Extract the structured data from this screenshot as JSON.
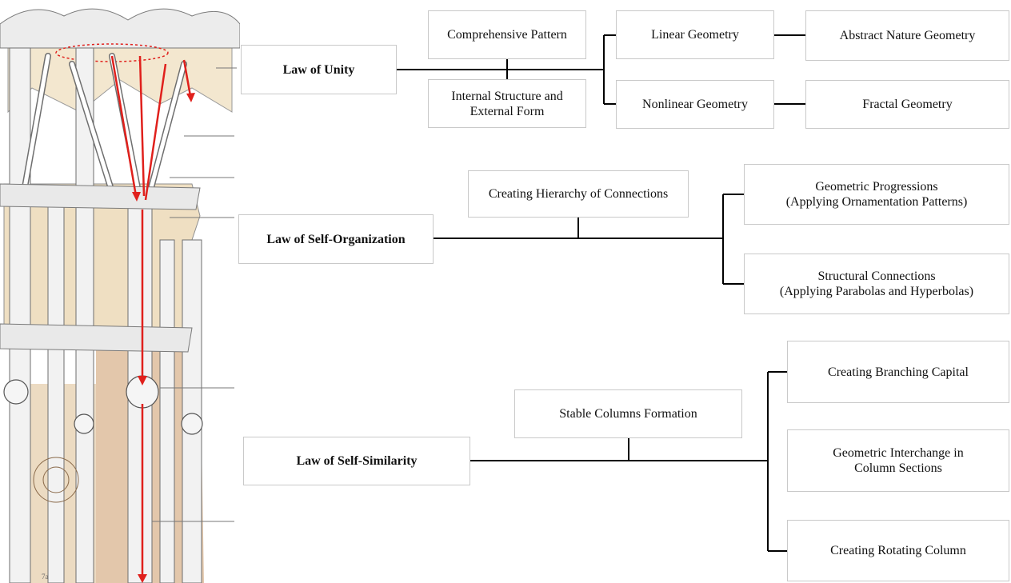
{
  "laws": {
    "unity": {
      "label": "Law of Unity",
      "stack_top": "Comprehensive Pattern",
      "stack_bottom": "Internal Structure and External Form",
      "branch_1": "Linear Geometry",
      "branch_1_child": "Abstract Nature Geometry",
      "branch_2": "Nonlinear Geometry",
      "branch_2_child": "Fractal Geometry"
    },
    "self_organization": {
      "label": "Law of Self-Organization",
      "node": "Creating Hierarchy of Connections",
      "branch_1_line1": "Geometric Progressions",
      "branch_1_line2": "(Applying Ornamentation Patterns)",
      "branch_2_line1": "Structural Connections",
      "branch_2_line2": "(Applying Parabolas and Hyperbolas)"
    },
    "self_similarity": {
      "label": "Law of Self-Similarity",
      "node": "Stable Columns Formation",
      "branch_1": "Creating Branching Capital",
      "branch_2": "Geometric Interchange in Column Sections",
      "branch_3": "Creating Rotating Column"
    }
  },
  "colors": {
    "connector": "#000000",
    "box_border": "#c9c9c9",
    "arrow": "#e0201c",
    "column_tint": "#f1e2c4",
    "column_shadow": "#d9b48f"
  },
  "illustration": {
    "subject": "branching column illustration",
    "corner_mark": "7a"
  }
}
